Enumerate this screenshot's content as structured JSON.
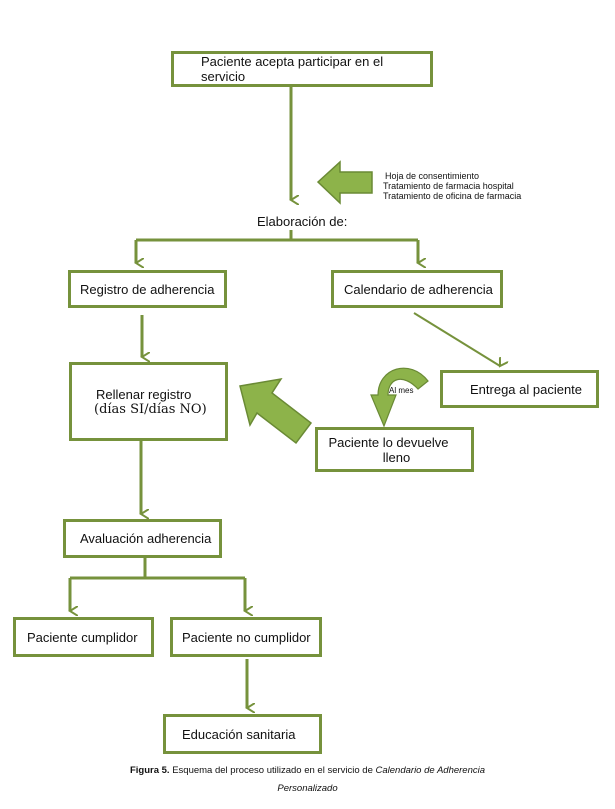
{
  "diagram": {
    "nodes": {
      "start": "Paciente acepta participar en el servicio",
      "elaboracion": "Elaboración de:",
      "registro": "Registro de adherencia",
      "calendario": "Calendario de adherencia",
      "rellenar_line1": "Rellenar registro",
      "rellenar_line2": "(días SI/días NO)",
      "entrega": "Entrega al paciente",
      "devuelve_line1": "Paciente lo devuelve",
      "devuelve_line2": "lleno",
      "evaluacion": "Avaluación adherencia",
      "cumplidor": "Paciente cumplidor",
      "no_cumplidor": "Paciente no cumplidor",
      "educacion": "Educación sanitaria"
    },
    "inputs": [
      "Hoja de consentimiento",
      "Tratamiento de farmacia hospital",
      "Tratamiento de oficina de farmacia"
    ],
    "curve_label": "Al mes",
    "colors": {
      "line": "#76923c",
      "arrow_fill": "#8db34a",
      "arrow_stroke": "#6a8a35"
    }
  },
  "caption": {
    "label": "Figura 5.",
    "text": " Esquema del proceso utilizado en el servicio de ",
    "italic_line1": "Calendario de Adherencia",
    "italic_line2": "Personalizado"
  }
}
